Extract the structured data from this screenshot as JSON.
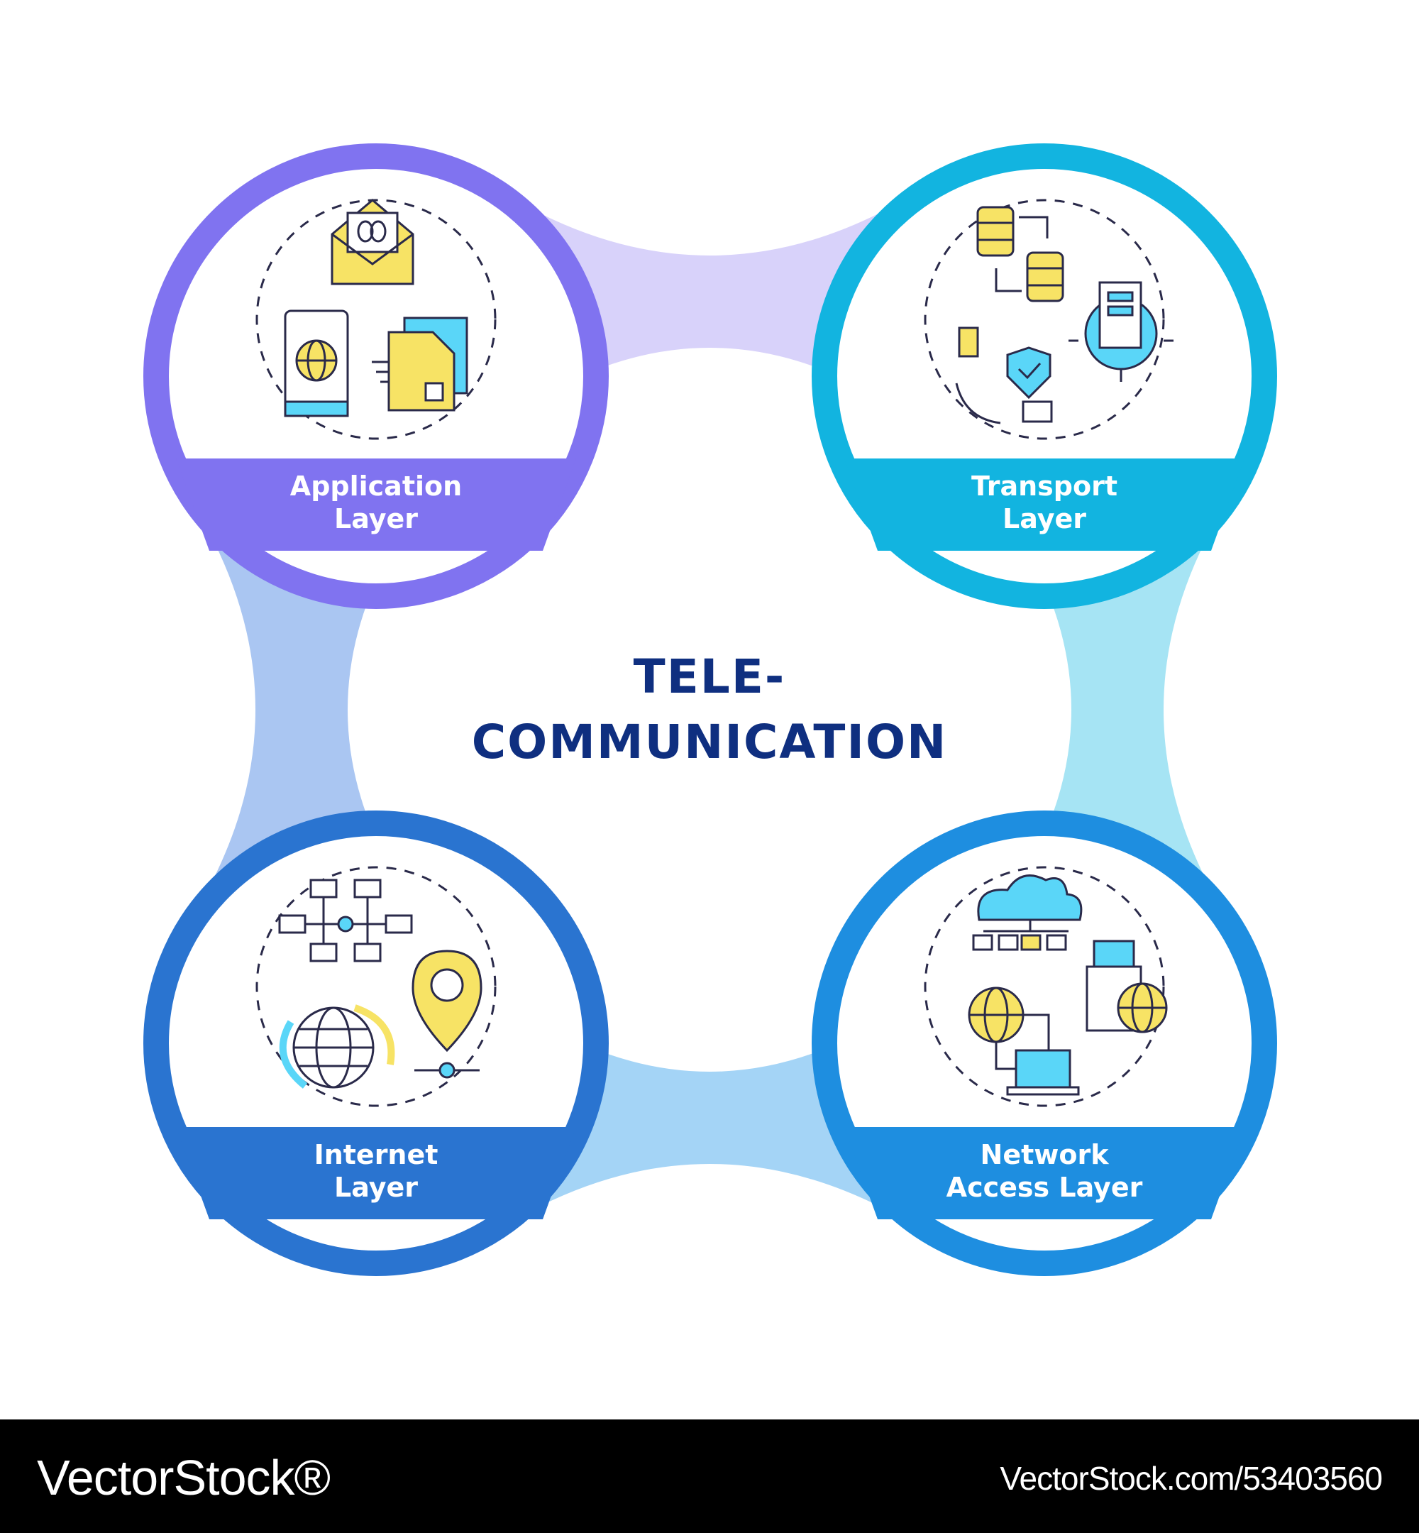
{
  "center": {
    "line1": "TELE-",
    "line2": "COMMUNICATION"
  },
  "layers": [
    {
      "line1": "Application",
      "line2": "Layer",
      "color": "#8073f0"
    },
    {
      "line1": "Transport",
      "line2": "Layer",
      "color": "#12b4e0"
    },
    {
      "line1": "Internet",
      "line2": "Layer",
      "color": "#2a74d0"
    },
    {
      "line1": "Network",
      "line2": "Access Layer",
      "color": "#1e8ee0"
    }
  ],
  "connector_colors": {
    "top": "#d8d2fa",
    "left": "#aac6f2",
    "right": "#a6e4f4",
    "bottom": "#a4d4f6"
  },
  "icon_colors": {
    "yellow": "#f7e365",
    "cyan": "#5ad6f8",
    "outline": "#2a2a4a"
  },
  "watermark": {
    "brand": "VectorStock®",
    "id": "VectorStock.com/53403560"
  },
  "icons": [
    "envelope-icon",
    "phone-globe-icon",
    "documents-icon",
    "database-icon",
    "server-chip-icon",
    "shield-check-icon",
    "network-monitors-icon",
    "globe-rotate-icon",
    "ip-pin-icon",
    "cloud-network-icon",
    "usb-icon",
    "globe-icon",
    "laptop-icon"
  ]
}
